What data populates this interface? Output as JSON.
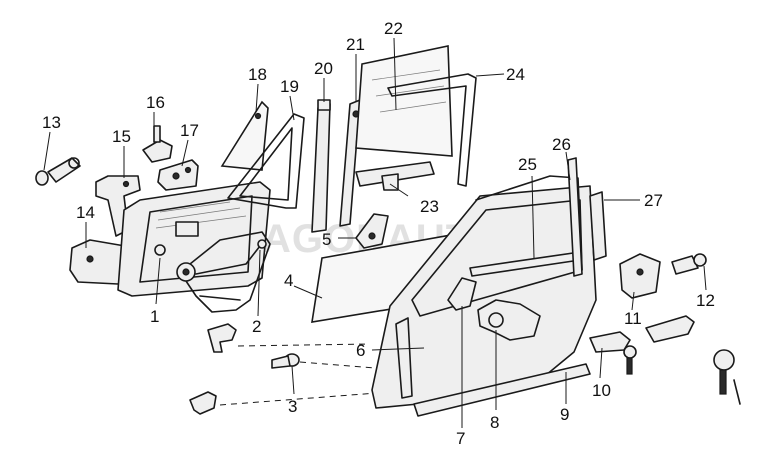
{
  "callouts": [
    "1",
    "2",
    "3",
    "4",
    "5",
    "6",
    "7",
    "8",
    "9",
    "10",
    "11",
    "12",
    "13",
    "14",
    "15",
    "16",
    "17",
    "18",
    "19",
    "20",
    "21",
    "22",
    "23",
    "24",
    "25",
    "26",
    "27"
  ],
  "watermark": "AGONAUTO.RU"
}
